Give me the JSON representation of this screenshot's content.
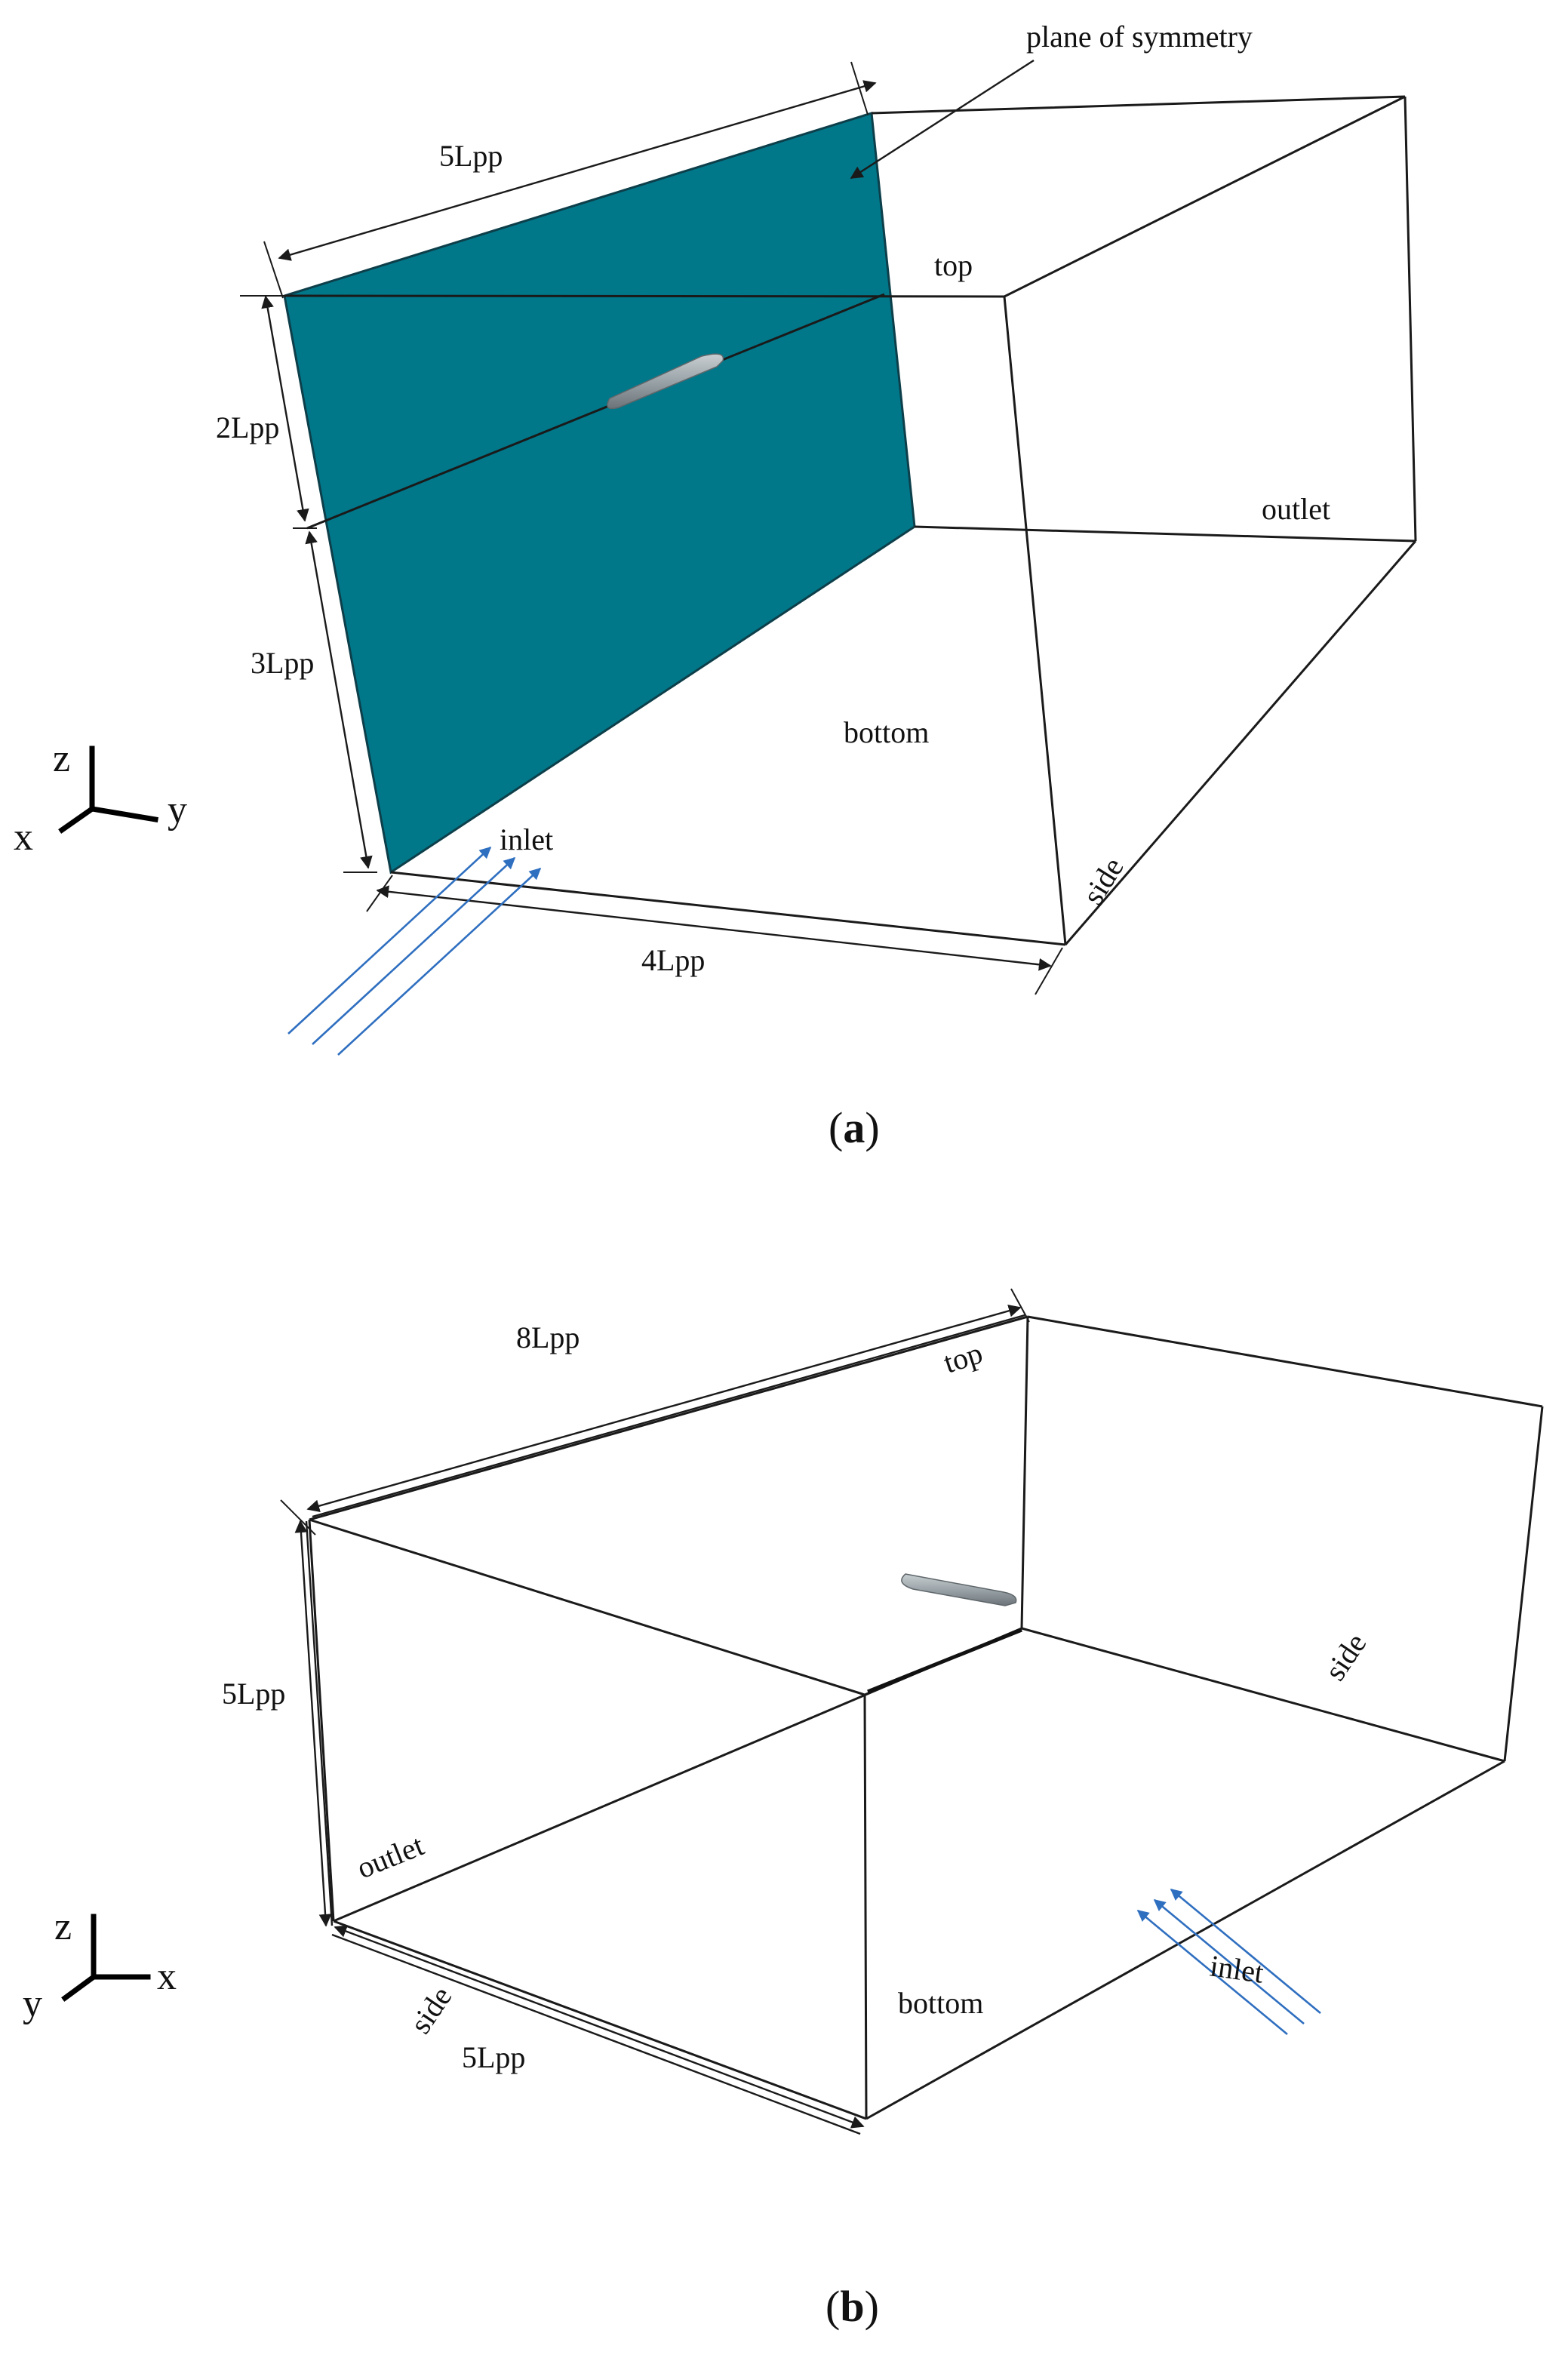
{
  "figure_a": {
    "caption_open": "(",
    "caption_letter": "a",
    "caption_close": ")",
    "labels": {
      "plane_of_symmetry": "plane of symmetry",
      "top": "top",
      "outlet": "outlet",
      "bottom": "bottom",
      "inlet": "inlet",
      "side": "side"
    },
    "dimensions": {
      "length": "5Lpp",
      "height_upper": "2Lpp",
      "height_lower": "3Lpp",
      "width": "4Lpp"
    },
    "axes": {
      "z": "z",
      "y": "y",
      "x": "x"
    },
    "colors": {
      "symmetry_plane": "#00788a",
      "flow_arrows": "#2f6fc0",
      "ship": "#9aa3a8"
    }
  },
  "figure_b": {
    "caption_open": "(",
    "caption_letter": "b",
    "caption_close": ")",
    "labels": {
      "top": "top",
      "side_right": "side",
      "outlet": "outlet",
      "side_front": "side",
      "bottom": "bottom",
      "inlet": "inlet"
    },
    "dimensions": {
      "length": "8Lpp",
      "height": "5Lpp",
      "width": "5Lpp"
    },
    "axes": {
      "z": "z",
      "y": "y",
      "x": "x"
    },
    "colors": {
      "flow_arrows": "#2f6fc0",
      "ship": "#9aa3a8"
    }
  }
}
